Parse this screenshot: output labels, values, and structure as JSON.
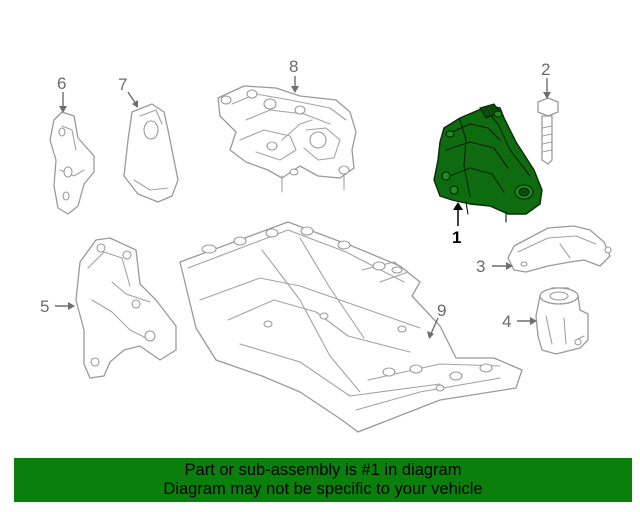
{
  "diagram": {
    "highlight_color": "#0b7f0b",
    "labels": {
      "part_1": "1",
      "part_2": "2",
      "part_3": "3",
      "part_4": "4",
      "part_5": "5",
      "part_6": "6",
      "part_7": "7",
      "part_8": "8",
      "part_9": "9"
    }
  },
  "banner": {
    "line1": "Part or sub-assembly is #1 in diagram",
    "line2": "Diagram may not be specific to your vehicle",
    "background": "#0b7f0b"
  }
}
